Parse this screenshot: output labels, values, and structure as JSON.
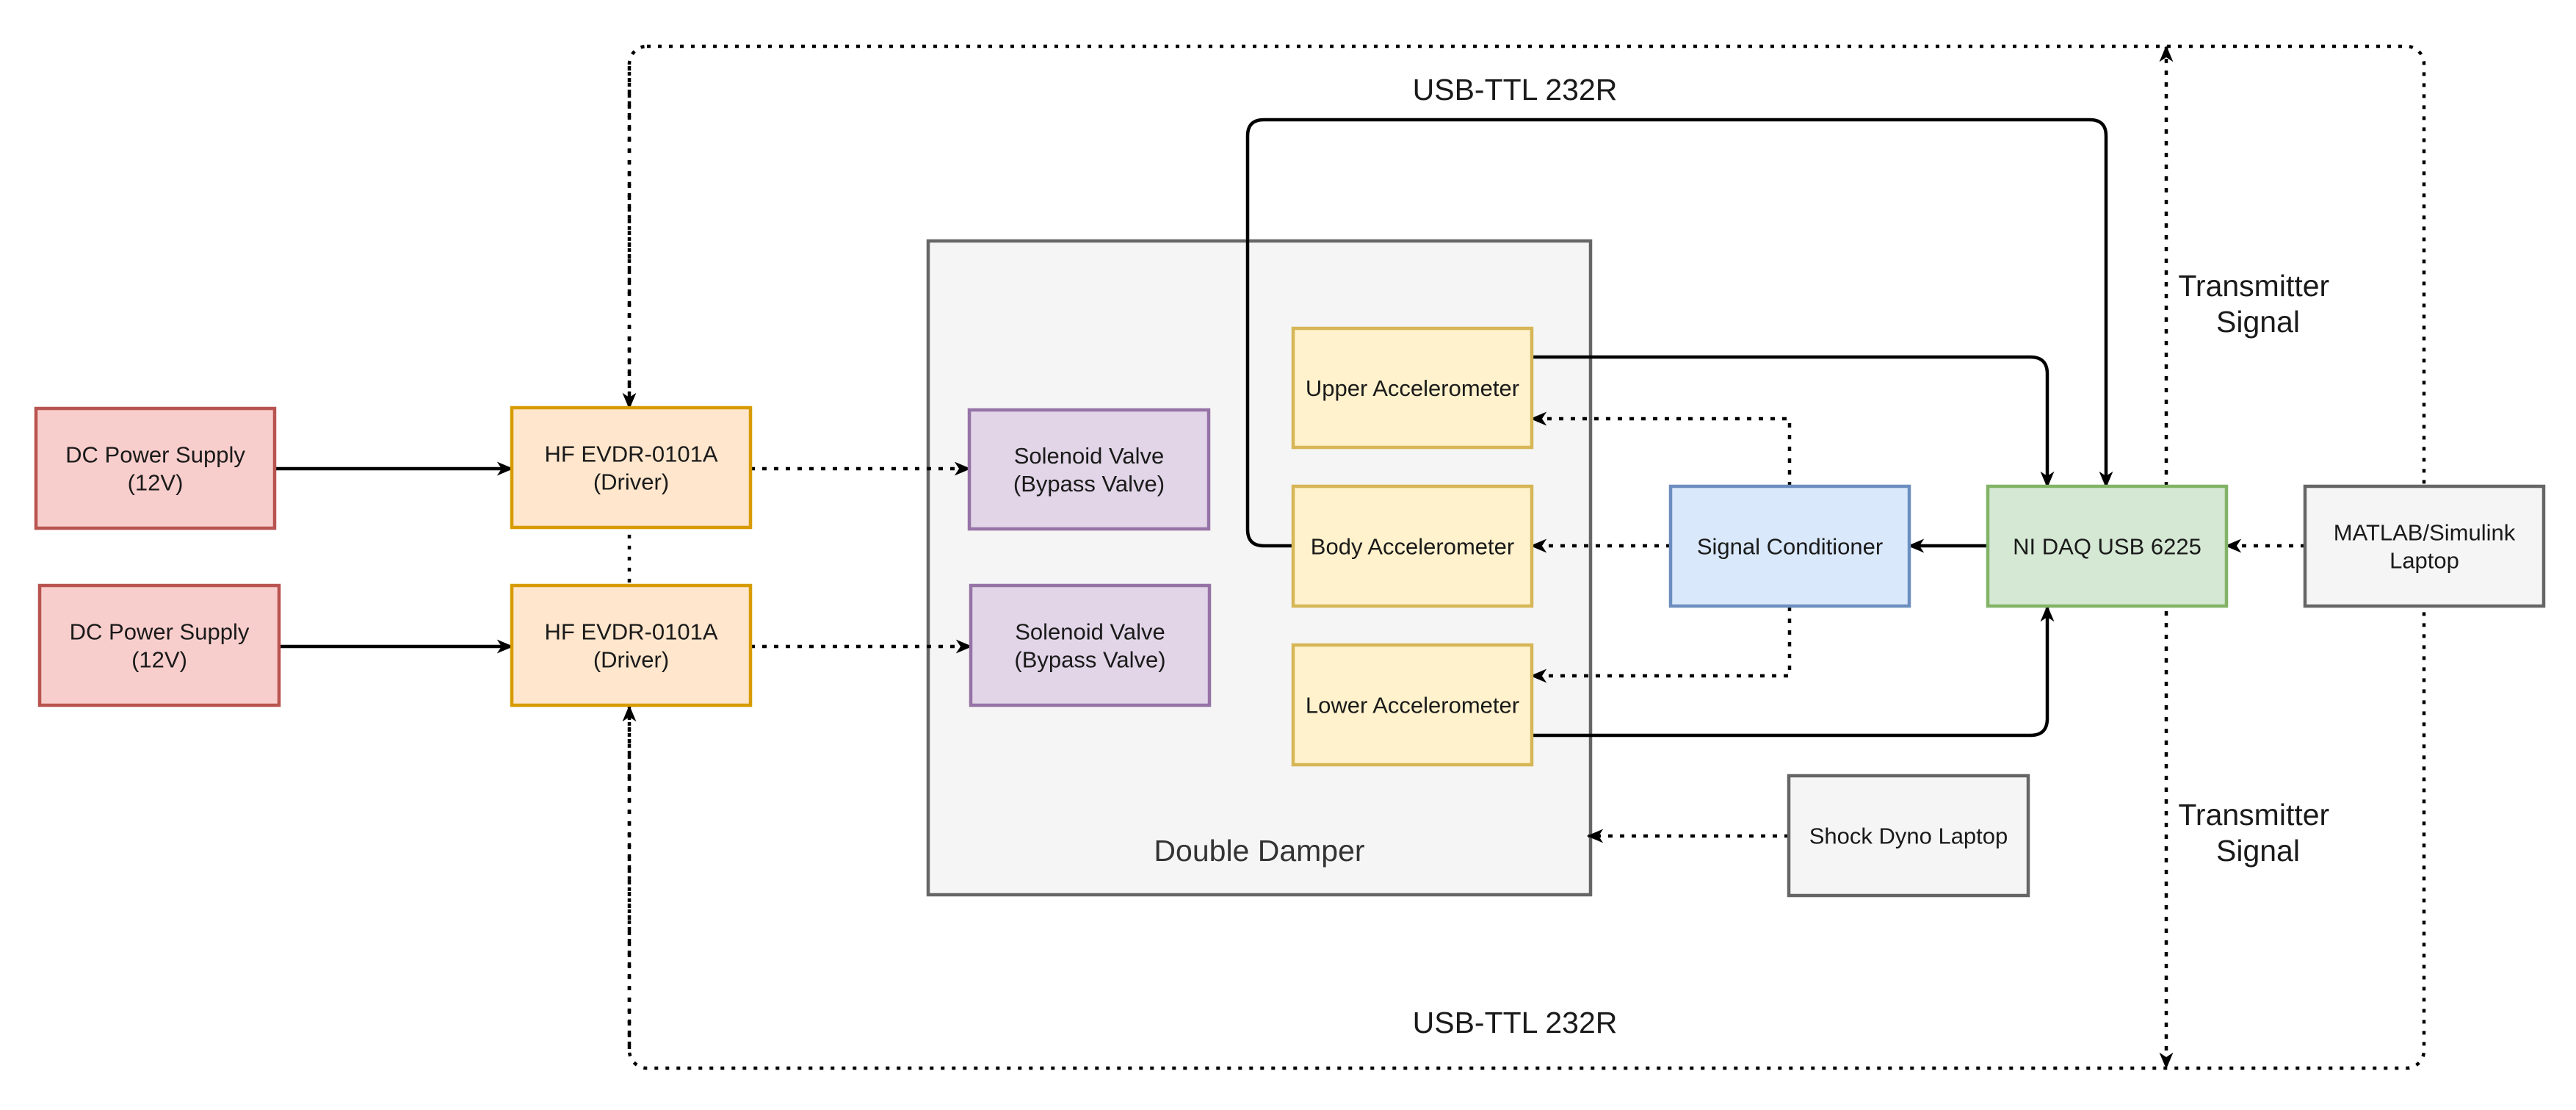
{
  "colors": {
    "power": {
      "fill": "#f8cecc",
      "stroke": "#b85450"
    },
    "driver": {
      "fill": "#ffe6cc",
      "stroke": "#d79b00"
    },
    "valve": {
      "fill": "#e1d5e7",
      "stroke": "#9673a6"
    },
    "sensor": {
      "fill": "#fff2cc",
      "stroke": "#d6b656"
    },
    "conditioner": {
      "fill": "#dae8fc",
      "stroke": "#6c8ebf"
    },
    "daq": {
      "fill": "#d5e8d4",
      "stroke": "#82b366"
    },
    "laptop": {
      "fill": "#f5f5f5",
      "stroke": "#666666"
    },
    "container": {
      "fill": "#f5f5f5",
      "stroke": "#666666"
    }
  },
  "container": {
    "label": "Double Damper"
  },
  "blocks": {
    "power_1": [
      "DC Power Supply",
      "(12V)"
    ],
    "power_2": [
      "DC Power Supply",
      "(12V)"
    ],
    "driver_1": [
      "HF EVDR-0101A",
      "(Driver)"
    ],
    "driver_2": [
      "HF EVDR-0101A",
      "(Driver)"
    ],
    "valve_1": [
      "Solenoid Valve",
      "(Bypass Valve)"
    ],
    "valve_2": [
      "Solenoid Valve",
      "(Bypass Valve)"
    ],
    "upper_accel": [
      "Upper Accelerometer"
    ],
    "body_accel": [
      "Body Accelerometer"
    ],
    "lower_accel": [
      "Lower Accelerometer"
    ],
    "conditioner": [
      "Signal Conditioner"
    ],
    "daq": [
      "NI DAQ USB 6225"
    ],
    "matlab": [
      "MATLAB/Simulink",
      "Laptop"
    ],
    "shock_dyno": [
      "Shock Dyno Laptop"
    ]
  },
  "labels": {
    "usb_top": "USB-TTL 232R",
    "usb_bottom": "USB-TTL 232R",
    "transmitter_top": [
      "Transmitter",
      "Signal"
    ],
    "transmitter_bottom": [
      "Transmitter",
      "Signal"
    ]
  }
}
